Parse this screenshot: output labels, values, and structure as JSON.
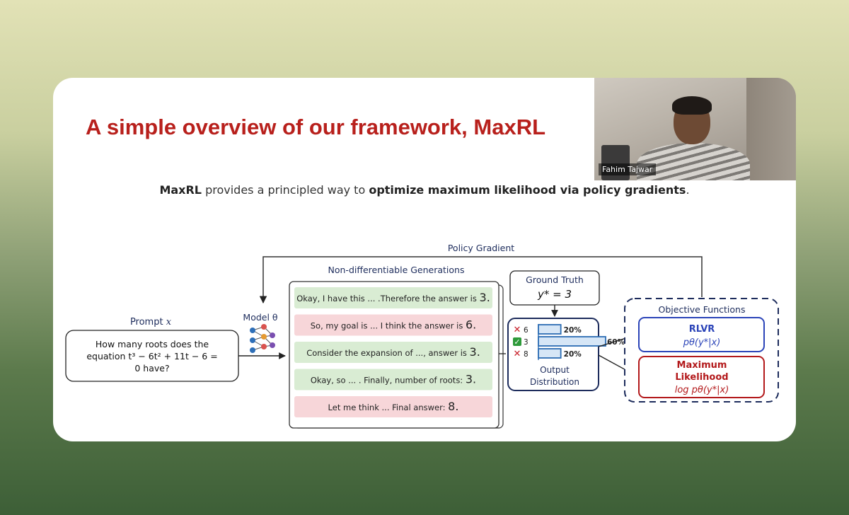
{
  "slide": {
    "title": "A simple overview of our framework, MaxRL",
    "subtitle": {
      "part1": "MaxRL",
      "part2": " provides a principled way to ",
      "part3": "optimize maximum likelihood via policy gradients",
      "part4": "."
    }
  },
  "webcam": {
    "speaker_name": "Fahim Tajwar"
  },
  "diagram": {
    "policy_gradient_label": "Policy Gradient",
    "prompt": {
      "label": "Prompt",
      "label_var": "x",
      "line1": "How many roots does the",
      "line2": "equation t³ − 6t² + 11t − 6 =",
      "line3": "0 have?"
    },
    "model_label": "Model θ",
    "generations_label": "Non-differentiable Generations",
    "generations": [
      {
        "text": "Okay, I have this ... .Therefore the answer is",
        "answer": "3.",
        "correct": true
      },
      {
        "text": "So, my goal is ... I think the answer is",
        "answer": "6.",
        "correct": false
      },
      {
        "text": "Consider the expansion of ..., answer is",
        "answer": "3.",
        "correct": true
      },
      {
        "text": "Okay, so ... . Finally, number of roots:",
        "answer": "3.",
        "correct": true
      },
      {
        "text": "Let me think ... Final answer:",
        "answer": "8.",
        "correct": false
      }
    ],
    "ground_truth": {
      "label": "Ground Truth",
      "formula": "y* = 3"
    },
    "output_distribution": {
      "label_line1": "Output",
      "label_line2": "Distribution",
      "rows": [
        {
          "mark": "✕",
          "value_label": "6",
          "percent_label": "20%",
          "fraction": 0.2,
          "correct": false
        },
        {
          "mark": "✓",
          "value_label": "3",
          "percent_label": "60%",
          "fraction": 0.6,
          "correct": true
        },
        {
          "mark": "✕",
          "value_label": "8",
          "percent_label": "20%",
          "fraction": 0.2,
          "correct": false
        }
      ]
    },
    "objectives": {
      "label": "Objective Functions",
      "rlvr": {
        "name": "RLVR",
        "formula": "pθ(y*|x)"
      },
      "ml": {
        "name_line1": "Maximum",
        "name_line2": "Likelihood",
        "formula": "log pθ(y*|x)"
      }
    },
    "colors": {
      "title_red": "#b8201c",
      "correct_green": "#d9ecd3",
      "wrong_red": "#f7d6d9",
      "navy": "#1d2c5c",
      "rlvr_blue": "#2b44b8",
      "ml_red": "#b3191b"
    }
  }
}
